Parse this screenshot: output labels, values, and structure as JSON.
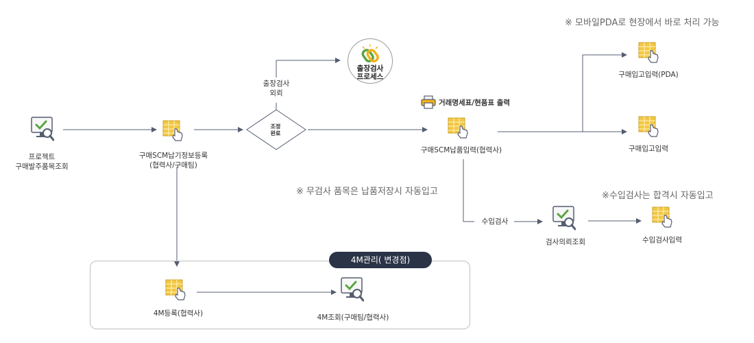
{
  "colors": {
    "line": "#555d70",
    "monitor_green": "#5aa642",
    "doc_yellow": "#f2c744",
    "doc_grid": "#d9b73a",
    "pill_bg": "#2b3347",
    "printer_yellow": "#f2b21c"
  },
  "nodes": {
    "project": {
      "line1": "프로젝트",
      "line2": "구매발주품목조회",
      "icon": "monitor-check-icon"
    },
    "scm_register": {
      "line1": "구매SCM납기정보등록",
      "line2": "(협력사/구매팀)",
      "icon": "document-hand-icon"
    },
    "decision": {
      "line1": "조정",
      "line2": "완료"
    },
    "inspection_request": {
      "line1": "출장검사",
      "line2": "외뢰"
    },
    "field_inspection": {
      "line1": "출장검사",
      "line2": "프로세스",
      "icon": "chain-link-icon"
    },
    "print": {
      "label": "거래명세표/현품표 출력",
      "icon": "printer-icon"
    },
    "scm_delivery": {
      "label": "구매SCM납품입력(협력사)",
      "icon": "document-hand-icon"
    },
    "purchase_pda": {
      "label": "구매입고입력(PDA)",
      "icon": "document-hand-icon"
    },
    "purchase_in": {
      "label": "구매입고입력",
      "icon": "document-hand-icon"
    },
    "import_inspection": {
      "label": "수입검사"
    },
    "inspection_query": {
      "label": "검사의뢰조회",
      "icon": "monitor-check-icon"
    },
    "inspection_input": {
      "label": "수입검사입력",
      "icon": "document-hand-icon"
    },
    "fourm_register": {
      "label": "4M등록(협력사)",
      "icon": "document-hand-icon"
    },
    "fourm_query": {
      "label": "4M조회(구매팀/협력사)",
      "icon": "monitor-check-icon"
    }
  },
  "group": {
    "title": "4M관리( 변경점)"
  },
  "notes": {
    "pda": "※ 모바일PDA로 현장에서  바로 처리 가능",
    "no_inspection": "※ 무검사 품목은 납품저장시 자동입고",
    "import_pass": "※수입검사는 합격시 자동입고"
  }
}
